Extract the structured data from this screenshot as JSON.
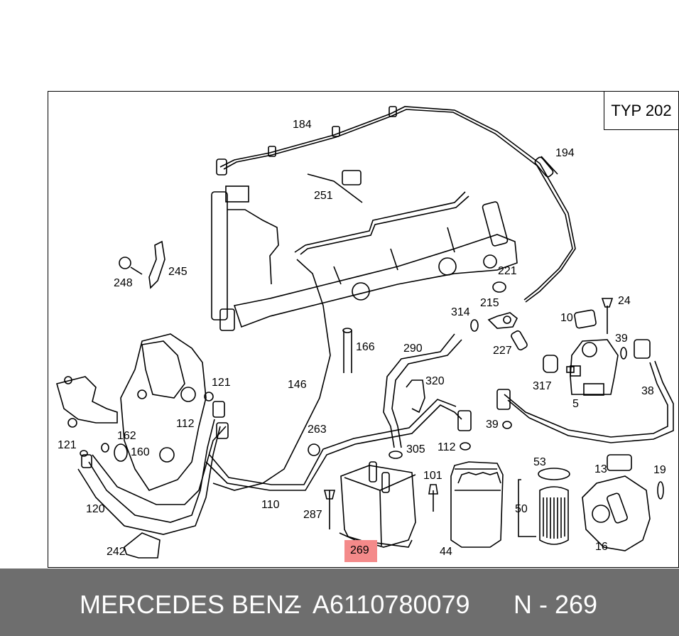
{
  "diagram": {
    "type_box": "TYP 202",
    "highlight_part": "269",
    "part_labels": [
      "184",
      "194",
      "251",
      "245",
      "248",
      "221",
      "215",
      "314",
      "24",
      "10",
      "39",
      "227",
      "166",
      "290",
      "146",
      "121",
      "112",
      "162",
      "160",
      "121",
      "320",
      "317",
      "5",
      "38",
      "263",
      "39",
      "305",
      "112",
      "13",
      "19",
      "120",
      "110",
      "101",
      "287",
      "53",
      "50",
      "242",
      "269",
      "44",
      "16"
    ]
  },
  "footer": {
    "brand": "MERCEDES BENZ",
    "separator": "-",
    "part_number": "A6110780079",
    "position_text": "N - 269"
  }
}
